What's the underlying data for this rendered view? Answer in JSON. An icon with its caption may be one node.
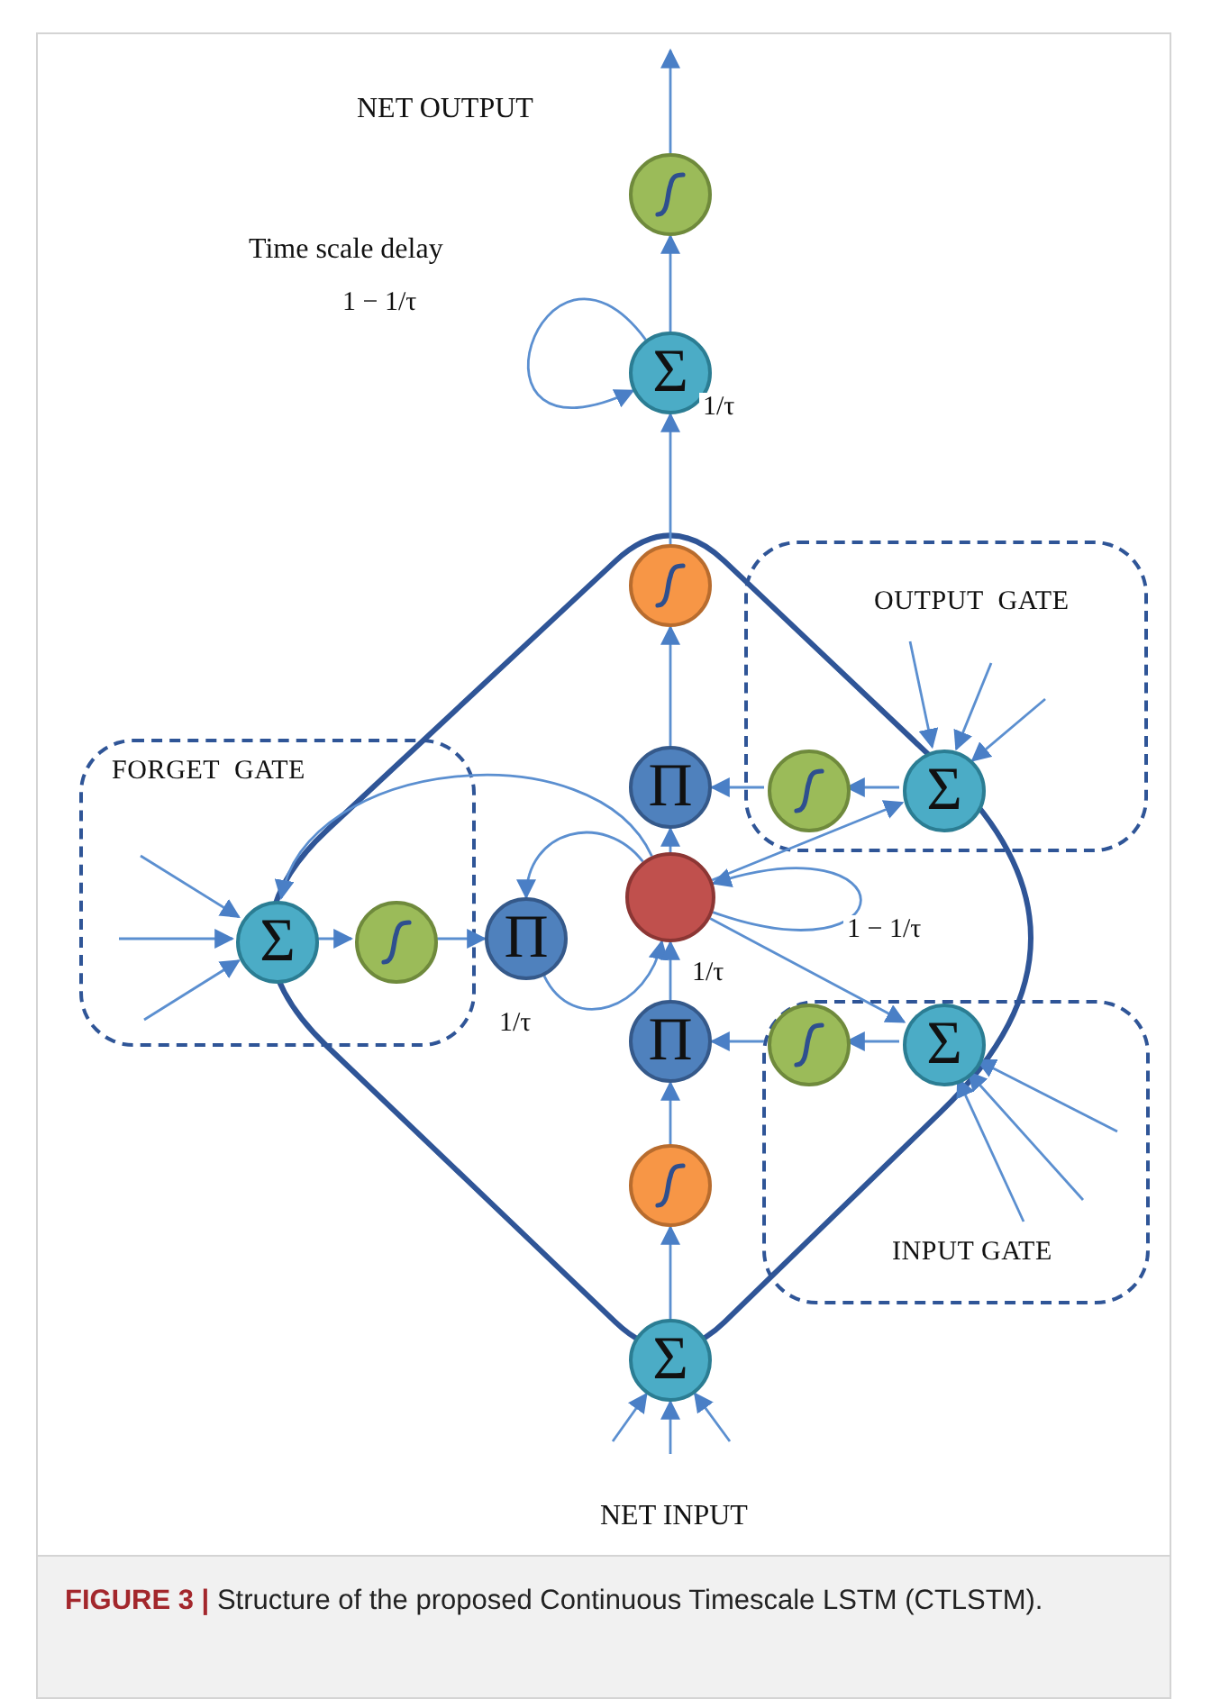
{
  "diagram": {
    "caption": "**FIGURE 3 |** Structure of the proposed Continuous Timescale LSTM (CTLSTM).",
    "nodes": [
      {
        "text": [],
        "shape": "circle"
      },
      {
        "text": [
          "Σ"
        ]
      },
      {
        "text": [
          "OUTPUT  GATE"
        ]
      },
      {
        "text": [
          "Σ"
        ],
        "in": 2
      },
      {
        "text": [],
        "shape": "circle",
        "in": 2
      },
      {
        "text": [
          "FORGET  GATE"
        ]
      },
      {
        "text": [
          "Σ"
        ],
        "in": 5
      },
      {
        "text": [],
        "shape": "circle",
        "in": 5
      },
      {
        "text": [],
        "shape": "circle"
      },
      {
        "text": [
          "Π"
        ]
      },
      {
        "text": [
          "Π"
        ]
      },
      {
        "text": [],
        "shape": "circle"
      },
      {
        "text": [
          "INPUT GATE"
        ]
      },
      {
        "text": [
          "Σ"
        ],
        "in": 12
      },
      {
        "text": [],
        "shape": "circle",
        "in": 12
      },
      {
        "text": [
          "Π"
        ]
      },
      {
        "text": [],
        "shape": "circle"
      },
      {
        "text": [
          "Σ"
        ]
      }
    ],
    "edges": [
      {
        "from": 0,
        "to": null,
        "arrow": "to"
      },
      {
        "from": 1,
        "to": 0,
        "arrow": "to"
      },
      {
        "from": 1,
        "to": 1,
        "arrow": "to",
        "label": "1 − 1/τ"
      },
      {
        "from": 8,
        "to": 1,
        "arrow": "to",
        "label": "1/τ"
      },
      {
        "from": 9,
        "to": 8,
        "arrow": "to"
      },
      {
        "from": 4,
        "to": 9,
        "arrow": "to"
      },
      {
        "from": 3,
        "to": 4,
        "arrow": "to"
      },
      {
        "from": null,
        "to": 3,
        "arrow": "to"
      },
      {
        "from": null,
        "to": 3,
        "arrow": "to"
      },
      {
        "from": null,
        "to": 3,
        "arrow": "to"
      },
      {
        "from": 11,
        "to": 3,
        "arrow": "to"
      },
      {
        "from": 11,
        "to": 9,
        "arrow": "to"
      },
      {
        "from": 11,
        "to": 11,
        "arrow": "to",
        "label": "1 − 1/τ"
      },
      {
        "from": 11,
        "to": 6,
        "arrow": "to"
      },
      {
        "from": 11,
        "to": 10,
        "arrow": "to"
      },
      {
        "from": 10,
        "to": 11,
        "arrow": "to",
        "label": "1/τ"
      },
      {
        "from": 15,
        "to": 11,
        "arrow": "to",
        "label": "1/τ"
      },
      {
        "from": 16,
        "to": 15,
        "arrow": "to"
      },
      {
        "from": 17,
        "to": 16,
        "arrow": "to"
      },
      {
        "from": null,
        "to": 17,
        "arrow": "to"
      },
      {
        "from": null,
        "to": 17,
        "arrow": "to"
      },
      {
        "from": null,
        "to": 17,
        "arrow": "to"
      },
      {
        "from": 11,
        "to": 13,
        "arrow": "to"
      },
      {
        "from": 13,
        "to": 14,
        "arrow": "to"
      },
      {
        "from": 14,
        "to": 15,
        "arrow": "to"
      },
      {
        "from": null,
        "to": 13,
        "arrow": "to"
      },
      {
        "from": null,
        "to": 13,
        "arrow": "to"
      },
      {
        "from": null,
        "to": 13,
        "arrow": "to"
      },
      {
        "from": null,
        "to": 6,
        "arrow": "to"
      },
      {
        "from": null,
        "to": 6,
        "arrow": "to"
      },
      {
        "from": null,
        "to": 6,
        "arrow": "to"
      },
      {
        "from": 6,
        "to": 7,
        "arrow": "to"
      },
      {
        "from": 7,
        "to": 10,
        "arrow": "to"
      }
    ],
    "labels": [
      "NET OUTPUT",
      "Time scale delay",
      "NET INPUT"
    ]
  }
}
